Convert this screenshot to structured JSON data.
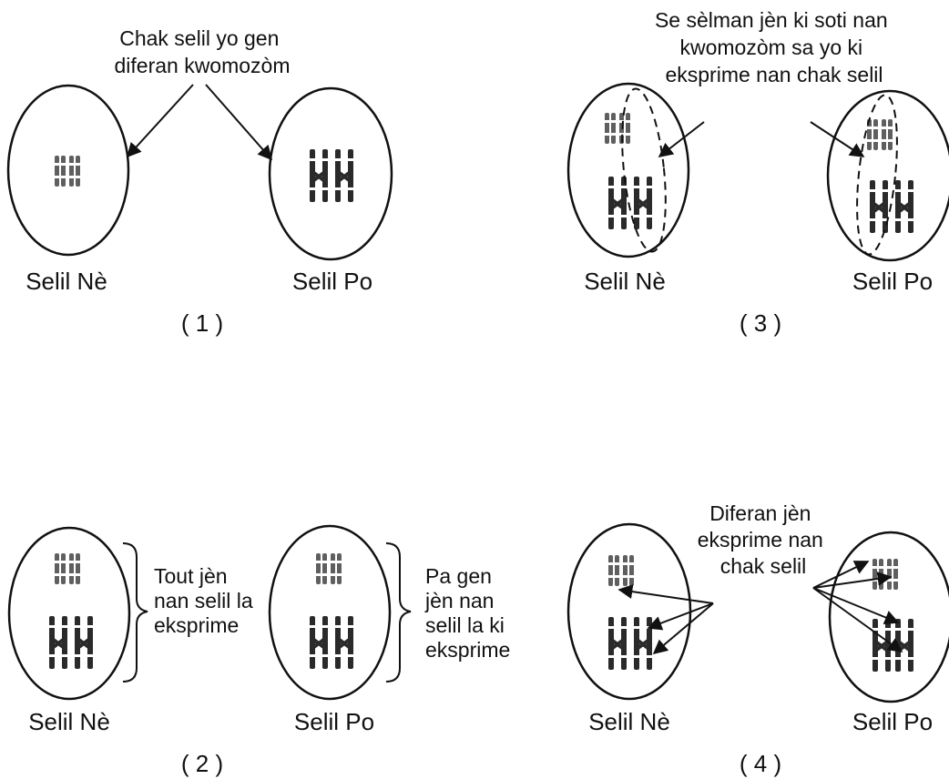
{
  "panels": {
    "p1": {
      "number": "( 1 )",
      "left_cell": "Selil Nè",
      "right_cell": "Selil Po",
      "note": [
        "Chak selil yo gen",
        "diferan kwomozòm"
      ]
    },
    "p2": {
      "number": "( 2 )",
      "left_cell": "Selil Nè",
      "right_cell": "Selil Po",
      "note_left": [
        "Tout jèn",
        "nan selil la",
        "eksprime"
      ],
      "note_right": [
        "Pa gen",
        "jèn nan",
        "selil la ki",
        "eksprime"
      ]
    },
    "p3": {
      "number": "( 3 )",
      "left_cell": "Selil Nè",
      "right_cell": "Selil Po",
      "note": [
        "Se sèlman jèn ki soti nan",
        "kwomozòm sa yo ki",
        "eksprime nan chak selil"
      ]
    },
    "p4": {
      "number": "( 4 )",
      "left_cell": "Selil Nè",
      "right_cell": "Selil Po",
      "note": [
        "Diferan jèn",
        "eksprime nan",
        "chak selil"
      ]
    }
  }
}
